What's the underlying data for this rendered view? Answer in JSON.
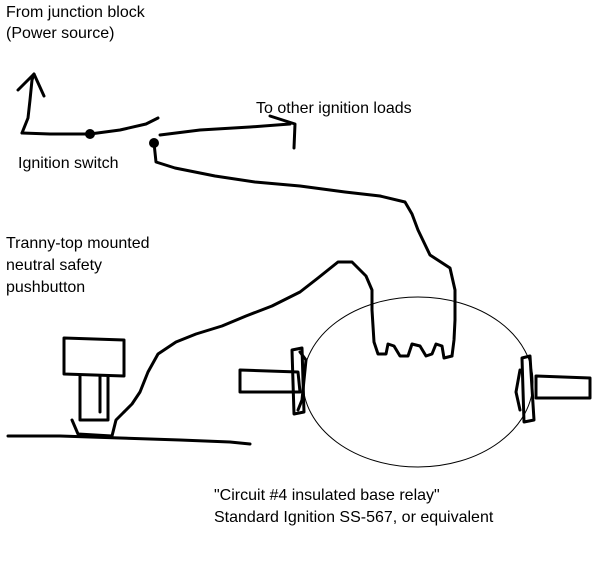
{
  "labels": {
    "source_line1": "From junction block",
    "source_line2": "(Power source)",
    "other_loads": "To other ignition loads",
    "ignition_switch": "Ignition switch",
    "pushbutton_line1": "Tranny-top mounted",
    "pushbutton_line2": "neutral safety",
    "pushbutton_line3": "pushbutton",
    "relay_line1": "\"Circuit #4 insulated base relay\"",
    "relay_line2": "Standard Ignition SS-567, or equivalent"
  }
}
